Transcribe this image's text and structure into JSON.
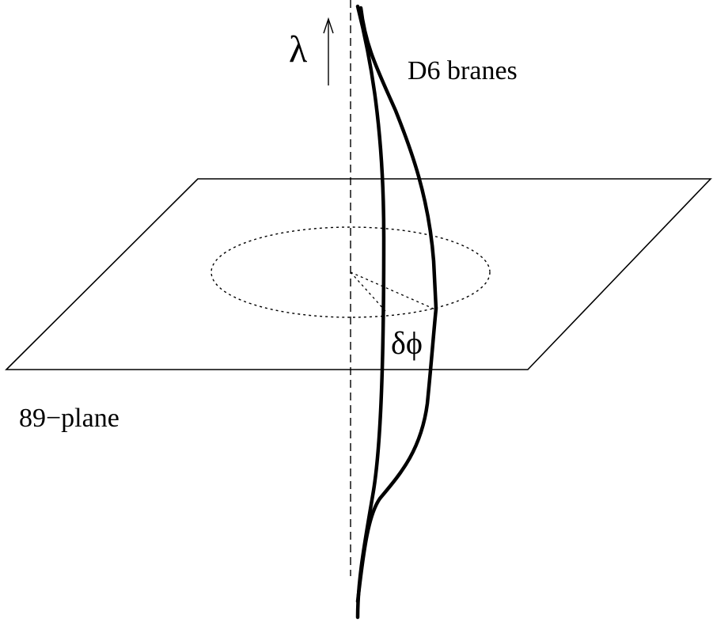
{
  "labels": {
    "lambda": "λ",
    "branes": "D6 branes",
    "delta_phi": "δϕ",
    "plane": "89−plane"
  },
  "colors": {
    "ink": "#000000",
    "background": "#ffffff"
  }
}
